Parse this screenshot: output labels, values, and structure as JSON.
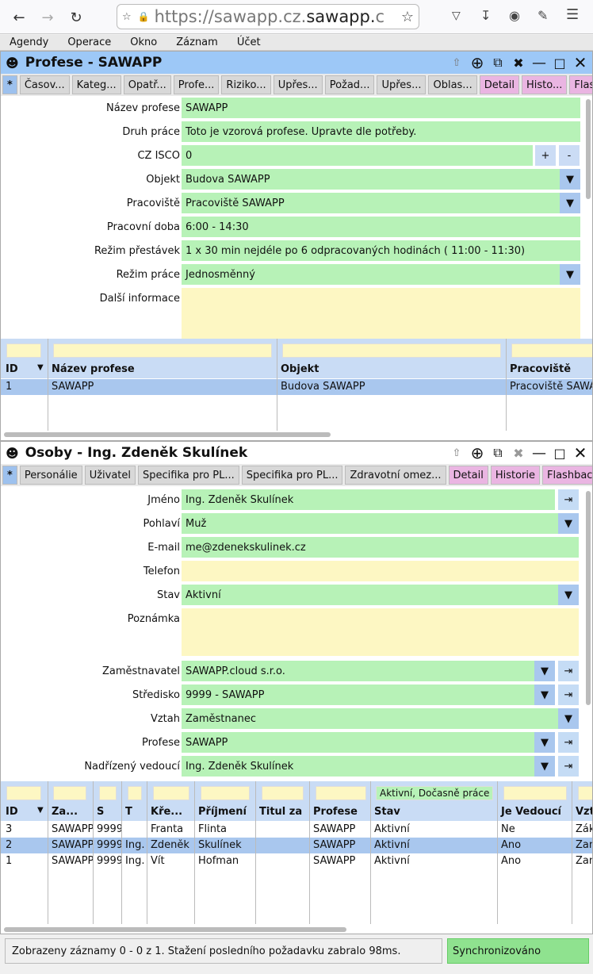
{
  "browser": {
    "url_prefix": "https://",
    "url_host": "sawapp.cz.",
    "url_rest": "sawapp.",
    "url_tail": "c"
  },
  "menu": [
    "Agendy",
    "Operace",
    "Okno",
    "Záznam",
    "Účet"
  ],
  "win1": {
    "title": "Profese - SAWAPP",
    "tabs": [
      {
        "label": "*",
        "kind": "star"
      },
      {
        "label": "Časov...",
        "kind": "n"
      },
      {
        "label": "Kateg...",
        "kind": "n"
      },
      {
        "label": "Opatř...",
        "kind": "n"
      },
      {
        "label": "Profe...",
        "kind": "n"
      },
      {
        "label": "Riziko...",
        "kind": "n"
      },
      {
        "label": "Upřes...",
        "kind": "n"
      },
      {
        "label": "Požad...",
        "kind": "n"
      },
      {
        "label": "Upřes...",
        "kind": "n"
      },
      {
        "label": "Oblas...",
        "kind": "n"
      },
      {
        "label": "Detail",
        "kind": "pink"
      },
      {
        "label": "Histo...",
        "kind": "pink"
      },
      {
        "label": "Flash...",
        "kind": "pink"
      }
    ],
    "fields": {
      "nazev_label": "Název profese",
      "nazev": "SAWAPP",
      "druh_label": "Druh práce",
      "druh": "Toto je vzorová profese. Upravte dle potřeby.",
      "isco_label": "CZ ISCO",
      "isco": "0",
      "plus": "+",
      "minus": "-",
      "objekt_label": "Objekt",
      "objekt": "Budova SAWAPP",
      "pracoviste_label": "Pracoviště",
      "pracoviste": "Pracoviště SAWAPP",
      "doba_label": "Pracovní doba",
      "doba": "6:00 - 14:30",
      "prestavky_label": "Režim přestávek",
      "prestavky": "1 x 30 min nejdéle po 6 odpracovaných hodinách ( 11:00 - 11:30)",
      "rezim_label": "Režim práce",
      "rezim": "Jednosměnný",
      "dalsi_label": "Další informace",
      "dalsi": ""
    },
    "grid": {
      "headers": [
        "ID",
        "Název profese",
        "Objekt",
        "Pracoviště"
      ],
      "rows": [
        [
          "1",
          "SAWAPP",
          "Budova SAWAPP",
          "Pracoviště SAWAPP"
        ]
      ]
    }
  },
  "win2": {
    "title": "Osoby - Ing. Zdeněk Skulínek",
    "tabs": [
      {
        "label": "*",
        "kind": "star"
      },
      {
        "label": "Personálie",
        "kind": "n"
      },
      {
        "label": "Uživatel",
        "kind": "n"
      },
      {
        "label": "Specifika pro PL...",
        "kind": "n"
      },
      {
        "label": "Specifika pro PL...",
        "kind": "n"
      },
      {
        "label": "Zdravotní omez...",
        "kind": "n"
      },
      {
        "label": "Detail",
        "kind": "pink"
      },
      {
        "label": "Historie",
        "kind": "pink"
      },
      {
        "label": "Flashback",
        "kind": "pink"
      }
    ],
    "fields": {
      "jmeno_label": "Jméno",
      "jmeno": "Ing. Zdeněk Skulínek",
      "pohlavi_label": "Pohlaví",
      "pohlavi": "Muž",
      "email_label": "E-mail",
      "email": "me@zdenekskulinek.cz",
      "telefon_label": "Telefon",
      "telefon": "",
      "stav_label": "Stav",
      "stav": "Aktivní",
      "poznamka_label": "Poznámka",
      "poznamka": "",
      "zamestnavatel_label": "Zaměstnavatel",
      "zamestnavatel": "SAWAPP.cloud s.r.o.",
      "stredisko_label": "Středisko",
      "stredisko": "9999 - SAWAPP",
      "vztah_label": "Vztah",
      "vztah": "Zaměstnanec",
      "profese_label": "Profese",
      "profese": "SAWAPP",
      "vedouci_label": "Nadřízený vedoucí",
      "vedouci": "Ing. Zdeněk Skulínek"
    },
    "grid": {
      "stav_filter": "Aktivní, Dočasně práce n",
      "headers": [
        "ID",
        "Za...",
        "S",
        "T",
        "Kře...",
        "Příjmení",
        "Titul za",
        "Profese",
        "Stav",
        "Je Vedoucí",
        "Vzt"
      ],
      "rows": [
        [
          "3",
          "SAWAPP",
          "9999",
          "",
          "Franta",
          "Flinta",
          "",
          "SAWAPP",
          "Aktivní",
          "Ne",
          "Zák"
        ],
        [
          "2",
          "SAWAPP",
          "9999",
          "Ing.",
          "Zdeněk",
          "Skulínek",
          "",
          "SAWAPP",
          "Aktivní",
          "Ano",
          "Zam"
        ],
        [
          "1",
          "SAWAPP",
          "9999",
          "Ing.",
          "Vít",
          "Hofman",
          "",
          "SAWAPP",
          "Aktivní",
          "Ano",
          "Zam"
        ]
      ]
    }
  },
  "status": {
    "message": "Zobrazeny záznamy 0 - 0 z 1. Stažení posledního požadavku zabralo 98ms.",
    "sync": "Synchronizováno"
  },
  "colors": {
    "field": "#b7f2b7",
    "empty": "#fdf7c3",
    "title1": "#9dc8f7",
    "tab_star": "#9dc1ee",
    "tab_pink": "#eab5e2",
    "selected": "#a9c7ee",
    "sync": "#8fe28f"
  }
}
